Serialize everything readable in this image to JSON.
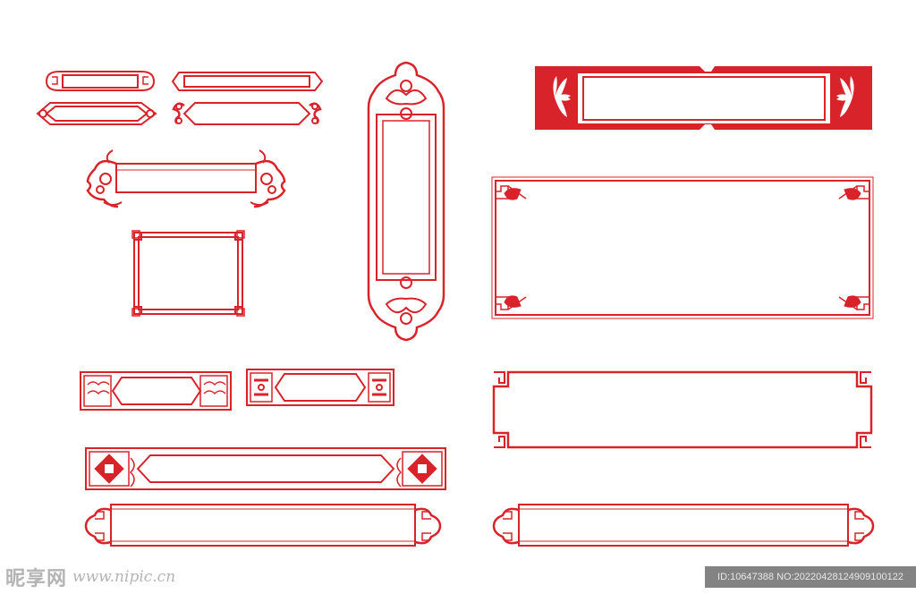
{
  "artwork": {
    "subject": "Chinese traditional decorative frame set",
    "frame_color": "#d8232a",
    "background": "#ffffff",
    "frames": [
      {
        "name": "small-rounded-frame",
        "style": "rounded cloud-end label"
      },
      {
        "name": "small-flat-frame",
        "style": "thin double-line label"
      },
      {
        "name": "small-pointed-frame",
        "style": "pointed scroll-end label"
      },
      {
        "name": "small-scroll-frame",
        "style": "scroll-end label"
      },
      {
        "name": "acanthus-banner-frame",
        "style": "leaf-scroll banner"
      },
      {
        "name": "square-fretwork-frame",
        "style": "corner fret square"
      },
      {
        "name": "tall-vertical-plaque",
        "style": "cloud-head vertical plaque"
      },
      {
        "name": "filled-leaf-panel",
        "style": "solid red leaf-end panel"
      },
      {
        "name": "corner-fret-rectangle",
        "style": "fret-corner rectangle"
      },
      {
        "name": "stepped-corner-rectangle",
        "style": "stepped-corner rectangle"
      },
      {
        "name": "wave-end-banner",
        "style": "wave pattern end banner"
      },
      {
        "name": "hexagon-end-banner",
        "style": "hexagon end banner"
      },
      {
        "name": "medallion-end-long-banner",
        "style": "medallion ends long banner"
      },
      {
        "name": "cloud-end-long-banner-left",
        "style": "cloud scroll ends"
      },
      {
        "name": "cloud-end-long-banner-right",
        "style": "cloud scroll ends"
      }
    ]
  },
  "watermark": {
    "logo_text": "昵享网",
    "url_text": "www.nipic.cn",
    "id_text": "ID:10647388 NO:20220428124909100122"
  }
}
